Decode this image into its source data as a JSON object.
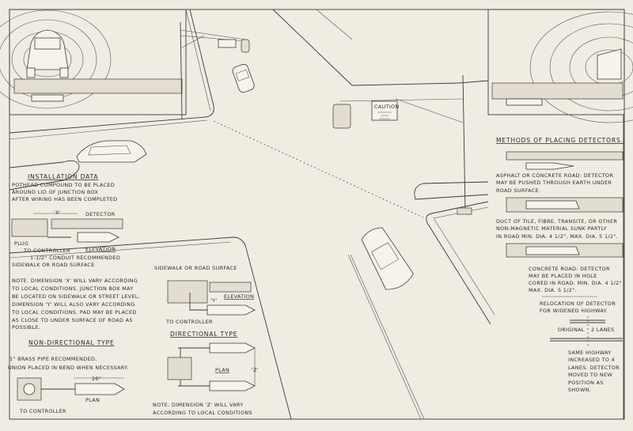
{
  "installation": {
    "title": "INSTALLATION DATA",
    "lines": [
      "POTHEAD COMPOUND TO BE PLACED",
      "AROUND LID OF JUNCTION BOX",
      "AFTER WIRING HAS BEEN COMPLETED"
    ],
    "dim_x": "'X'",
    "detector": "DETECTOR",
    "plug": "PLUG",
    "to_controller": "TO CONTROLLER",
    "elevation": "ELEVATION",
    "conduit": "1-1/2\" CONDUIT RECOMMENDED",
    "surface": "SIDEWALK OR ROAD SURFACE",
    "note": [
      "NOTE. DIMENSION 'X' WILL VARY ACCORDING",
      "TO LOCAL CONDITIONS. JUNCTION BOX MAY",
      "BE LOCATED ON SIDEWALK OR STREET LEVEL.",
      "DIMENSION 'Y' WILL ALSO VARY ACCORDING",
      "TO LOCAL CONDITIONS. PAD MAY BE PLACED",
      "AS CLOSE TO UNDER SURFACE OF ROAD AS",
      "POSSIBLE."
    ]
  },
  "non_directional": {
    "title": "NON-DIRECTIONAL TYPE",
    "lines": [
      "1\" BRASS PIPE RECOMMENDED.",
      "UNION PLACED IN BEND WHEN NECESSARY."
    ],
    "dim": "26\"",
    "plan": "PLAN",
    "to_controller": "TO CONTROLLER"
  },
  "directional": {
    "surface": "SIDEWALK OR ROAD SURFACE",
    "elevation": "ELEVATION",
    "dim_y": "'Y'",
    "to_controller": "TO CONTROLLER",
    "title": "DIRECTIONAL TYPE",
    "plan": "PLAN",
    "dim_z": "'Z'",
    "note": [
      "NOTE: DIMENSION 'Z' WILL VARY",
      "ACCORDING TO LOCAL CONDITIONS"
    ]
  },
  "methods": {
    "title": "METHODS OF PLACING DETECTORS.",
    "asphalt": [
      "ASPHALT OR CONCRETE ROAD: DETECTOR",
      "MAY BE PUSHED THROUGH EARTH UNDER",
      "ROAD SURFACE."
    ],
    "duct": [
      "DUCT OF TILE, FIBRE, TRANSITE, OR OTHER",
      "NON-MAGNETIC MATERIAL SUNK PARTLY",
      "IN ROAD   MIN. DIA. 4 1/2\", MAX. DIA. 5 1/2\"."
    ],
    "concrete": [
      "CONCRETE ROAD: DETECTOR",
      "MAY BE PLACED IN HOLE",
      "CORED IN ROAD.  MIN. DIA. 4 1/2\"",
      "MAX. DIA. 5 1/2\"."
    ]
  },
  "relocation": {
    "title": [
      "RELOCATION OF DETECTOR",
      "FOR WIDENED HIGHWAY."
    ],
    "original": "ORIGINAL",
    "lanes": "2 LANES",
    "same": [
      "SAME HIGHWAY",
      "INCREASED TO 4",
      "LANES. DETECTOR",
      "MOVED TO NEW",
      "POSITION AS",
      "SHOWN."
    ]
  },
  "scene": {
    "sign": "CAUTION"
  }
}
